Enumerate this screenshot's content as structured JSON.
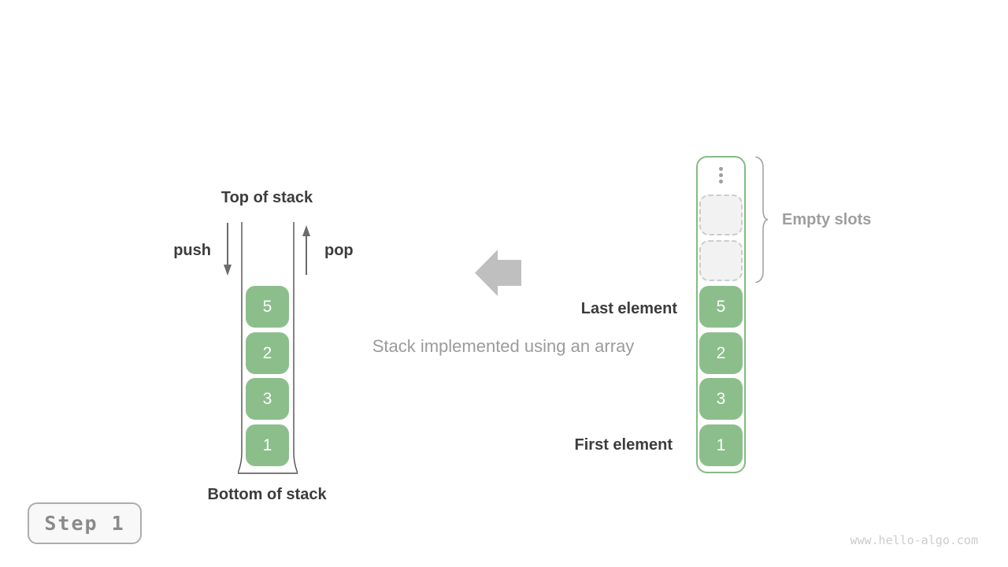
{
  "diagram": {
    "caption": "Stack implemented using an array",
    "step_badge_label": "Step 1",
    "watermark": "www.hello-algo.com"
  },
  "stack_view": {
    "top_label": "Top of stack",
    "bottom_label": "Bottom of stack",
    "push_label": "push",
    "pop_label": "pop",
    "values": [
      "5",
      "2",
      "3",
      "1"
    ]
  },
  "array_view": {
    "empty_slots_label": "Empty slots",
    "last_element_label": "Last element",
    "first_element_label": "First element",
    "empty_slot_count": 2,
    "values": [
      "5",
      "2",
      "3",
      "1"
    ]
  },
  "colors": {
    "cell_green": "#8CBE8C",
    "array_border_green": "#84BB84",
    "dark_text": "#3C3C3C",
    "muted_text": "#9E9E9E",
    "block_arrow_gray": "#BFBFBF",
    "push_pop_arrow_gray": "#6B6B6B",
    "watermark_gray": "#CCCCCC"
  }
}
